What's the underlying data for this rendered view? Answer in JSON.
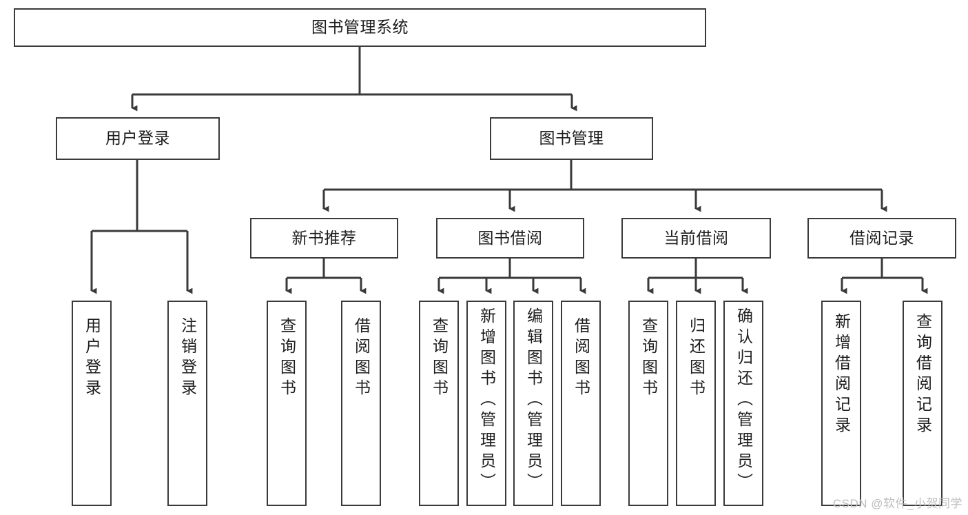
{
  "diagram": {
    "type": "tree-hierarchy",
    "title": "图书管理系统",
    "orientation": "top-down",
    "colors": {
      "box_border": "#3a3a3a",
      "box_fill": "#ffffff",
      "connector": "#3a3a3a",
      "text": "#1d1d1d",
      "watermark": "#bdbdbd"
    },
    "levels": {
      "root": {
        "id": "root",
        "label": "图书管理系统"
      },
      "level2": [
        {
          "id": "user-login",
          "label": "用户登录"
        },
        {
          "id": "book-management",
          "label": "图书管理"
        }
      ],
      "level3": [
        {
          "id": "new-book-recommend",
          "label": "新书推荐",
          "parent": "book-management"
        },
        {
          "id": "book-borrow",
          "label": "图书借阅",
          "parent": "book-management"
        },
        {
          "id": "current-borrow",
          "label": "当前借阅",
          "parent": "book-management"
        },
        {
          "id": "borrow-record",
          "label": "借阅记录",
          "parent": "book-management"
        }
      ],
      "leaves": [
        {
          "id": "leaf-user-login",
          "label": "用户登录",
          "parent": "user-login"
        },
        {
          "id": "leaf-logout",
          "label": "注销登录",
          "parent": "user-login"
        },
        {
          "id": "leaf-query-book-1",
          "label": "查询图书",
          "parent": "new-book-recommend"
        },
        {
          "id": "leaf-borrow-book-1",
          "label": "借阅图书",
          "parent": "new-book-recommend"
        },
        {
          "id": "leaf-query-book-2",
          "label": "查询图书",
          "parent": "book-borrow"
        },
        {
          "id": "leaf-add-book",
          "label": "新增图书（管理员）",
          "parent": "book-borrow"
        },
        {
          "id": "leaf-edit-book",
          "label": "编辑图书（管理员）",
          "parent": "book-borrow"
        },
        {
          "id": "leaf-borrow-book-2",
          "label": "借阅图书",
          "parent": "book-borrow"
        },
        {
          "id": "leaf-query-book-3",
          "label": "查询图书",
          "parent": "current-borrow"
        },
        {
          "id": "leaf-return-book",
          "label": "归还图书",
          "parent": "current-borrow"
        },
        {
          "id": "leaf-confirm-return",
          "label": "确认归还（管理员）",
          "parent": "current-borrow"
        },
        {
          "id": "leaf-add-record",
          "label": "新增借阅记录",
          "parent": "borrow-record"
        },
        {
          "id": "leaf-query-record",
          "label": "查询借阅记录",
          "parent": "borrow-record"
        }
      ]
    }
  },
  "watermark": {
    "text": "CSDN @软件_小贺同学"
  }
}
